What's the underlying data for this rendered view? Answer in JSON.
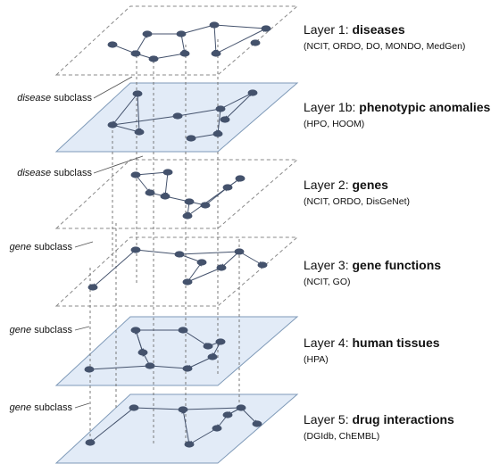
{
  "layers": [
    {
      "prefix": "Layer 1: ",
      "name": "diseases",
      "sources": "(NCIT, ORDO, DO, MONDO, MedGen)",
      "filled": false
    },
    {
      "prefix": "Layer 1b: ",
      "name": "phenotypic anomalies",
      "sources": "(HPO, HOOM)",
      "filled": true
    },
    {
      "prefix": "Layer 2: ",
      "name": "genes",
      "sources": "(NCIT, ORDO, DisGeNet)",
      "filled": false
    },
    {
      "prefix": "Layer 3: ",
      "name": "gene functions",
      "sources": "(NCIT, GO)",
      "filled": false
    },
    {
      "prefix": "Layer 4: ",
      "name": "human tissues",
      "sources": "(HPA)",
      "filled": true
    },
    {
      "prefix": "Layer 5: ",
      "name": "drug interactions",
      "sources": "(DGIdb, ChEMBL)",
      "filled": true
    }
  ],
  "subclass_labels": [
    {
      "italic": "disease",
      "rest": " subclass"
    },
    {
      "italic": "disease",
      "rest": " subclass"
    },
    {
      "italic": "gene",
      "rest": " subclass"
    },
    {
      "italic": "gene",
      "rest": " subclass"
    },
    {
      "italic": "gene",
      "rest": " subclass"
    }
  ],
  "colors": {
    "plane_fill": "#dfe9f6",
    "plane_stroke": "#7f9ab8",
    "dashed_stroke": "#8a8a8a",
    "node": "#44526c",
    "edge": "#44526c",
    "connector": "#555555"
  }
}
